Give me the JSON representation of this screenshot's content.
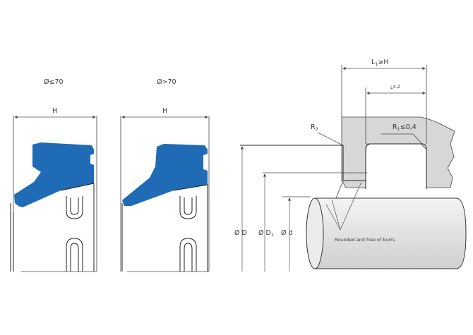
{
  "seal_small": {
    "label": "Ø≤70",
    "width_label": "H"
  },
  "seal_large": {
    "label": "Ø>70",
    "width_label": "H"
  },
  "housing": {
    "length_label": "L",
    "length_sub": "1",
    "length_cond": "≥H",
    "chamfer_label": "L",
    "chamfer_sub": "4.2",
    "radius_top_label": "R",
    "radius_top_sub": "2",
    "radius_groove_label": "R",
    "radius_groove_sub": "1",
    "radius_groove_cond": "≤0,4",
    "bore_label": "Ø D",
    "groove_diameter_label": "Ø D",
    "groove_diameter_sub": "1",
    "rod_label": "Ø d",
    "rod_note": "Rounded and free of burrs"
  },
  "colors": {
    "seal_blue": "#1f6bb5",
    "housing_gray": "#d7d7d7",
    "rod_gray": "#e9e9e9"
  }
}
